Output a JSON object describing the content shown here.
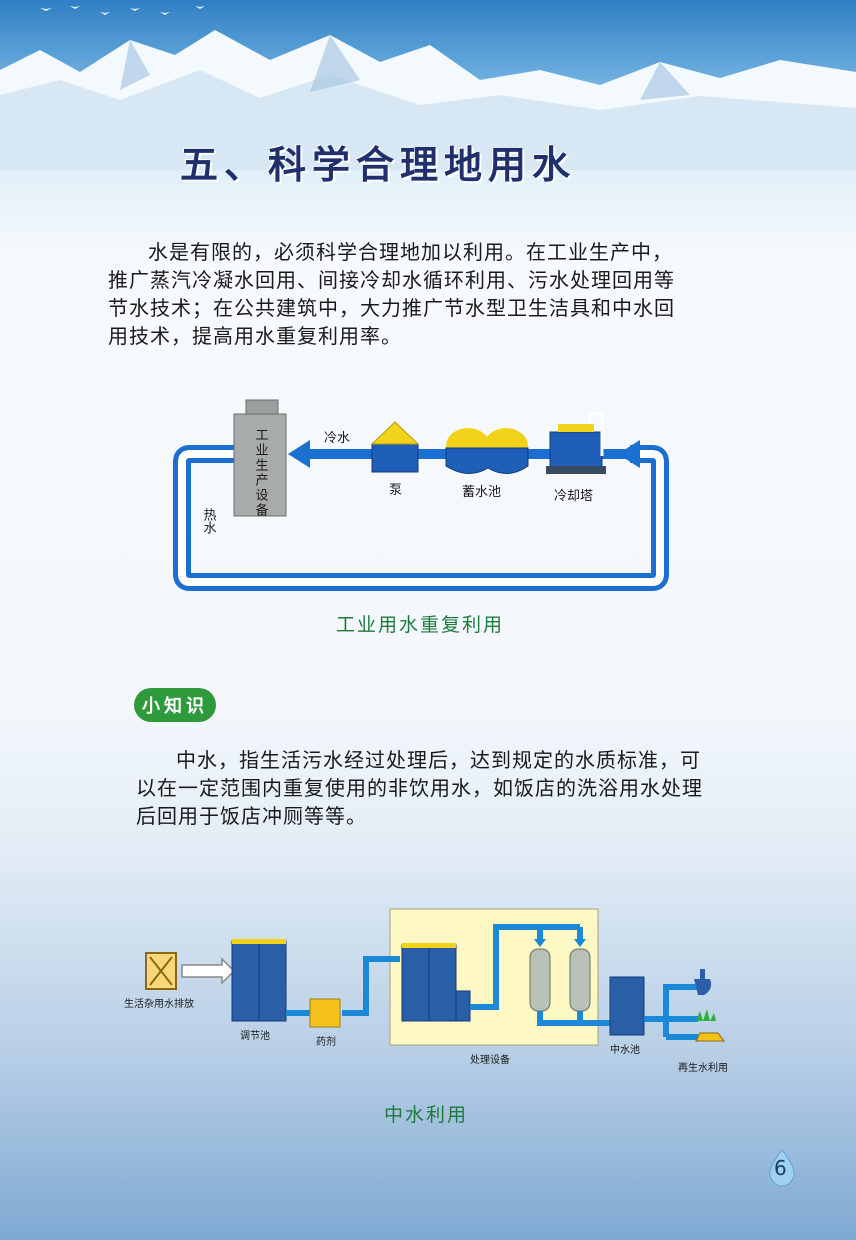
{
  "header": {
    "title": "五、科学合理地用水"
  },
  "intro": {
    "line1": "水是有限的，必须科学合理地加以利用。在工业生产中，",
    "line2": "推广蒸汽冷凝水回用、间接冷却水循环利用、污水处理回用等",
    "line3": "节水技术；在公共建筑中，大力推广节水型卫生洁具和中水回",
    "line4": "用技术，提高用水重复利用率。"
  },
  "diagram1": {
    "equipment_label": "工业生产设备",
    "cold_water": "冷水",
    "hot_water": "热水",
    "pump": "泵",
    "reservoir": "蓄水池",
    "cooling_tower": "冷却塔",
    "caption": "工业用水重复利用"
  },
  "tip": {
    "badge": "小知识",
    "line1": "中水，指生活污水经过处理后，达到规定的水质标准，可",
    "line2": "以在一定范围内重复使用的非饮用水，如饭店的洗浴用水处理",
    "line3": "后回用于饭店冲厕等等。"
  },
  "diagram2": {
    "sewage": "生活杂用水排放",
    "adjust_tank": "调节池",
    "chemical": "药剂",
    "treatment": "处理设备",
    "middle_tank": "中水池",
    "reuse": "再生水利用",
    "caption": "中水利用"
  },
  "footer": {
    "page_number": "6"
  },
  "colors": {
    "title": "#20306c",
    "pipe": "#1976d2",
    "caption": "#1d7a3a",
    "badge": "#2f9a3c"
  }
}
